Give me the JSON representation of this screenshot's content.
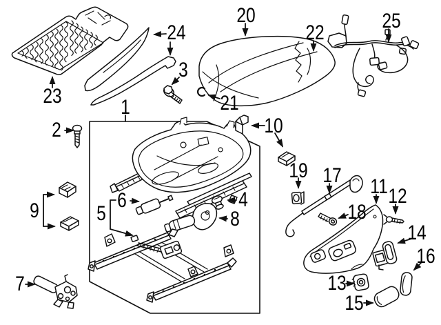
{
  "diagram": {
    "type": "exploded-parts-diagram",
    "subject": "power front seat cushion, frame, tracks, motors and trim",
    "background_color": "#ffffff",
    "line_color": "#111111",
    "labels": {
      "1": "1",
      "2": "2",
      "3": "3",
      "4": "4",
      "5": "5",
      "6": "6",
      "7": "7",
      "8": "8",
      "9": "9",
      "10": "10",
      "11": "11",
      "12": "12",
      "13": "13",
      "14": "14",
      "15": "15",
      "16": "16",
      "17": "17",
      "18": "18",
      "19": "19",
      "20": "20",
      "21": "21",
      "22": "22",
      "23": "23",
      "24": "24",
      "25": "25"
    }
  }
}
